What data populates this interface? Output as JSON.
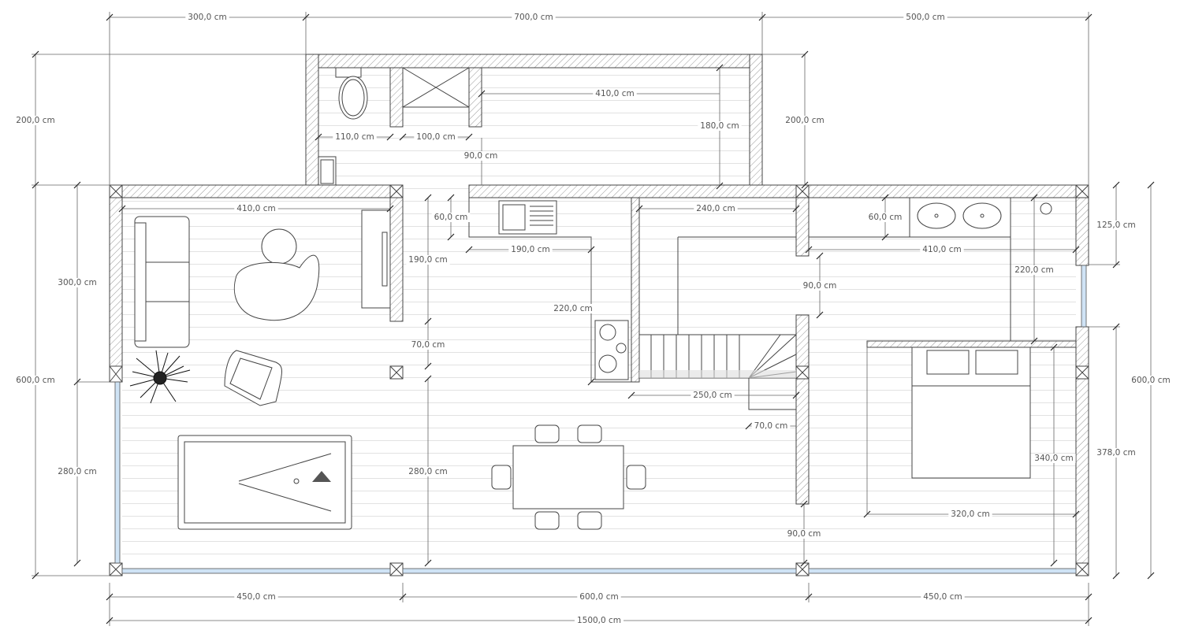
{
  "drawing": {
    "type": "floor-plan",
    "unit": "cm"
  },
  "colors": {
    "wall_hatch": "#888888",
    "window": "#cfe3f5",
    "floor_lines": "#dddddd",
    "dimension_text": "#555555"
  },
  "dimensions": [
    "300,0 cm",
    "700,0 cm",
    "500,0 cm",
    "200,0 cm",
    "200,0 cm",
    "410,0 cm",
    "180,0 cm",
    "110,0 cm",
    "100,0 cm",
    "90,0 cm",
    "410,0 cm",
    "60,0 cm",
    "190,0 cm",
    "190,0 cm",
    "240,0 cm",
    "220,0 cm",
    "70,0 cm",
    "250,0 cm",
    "70,0 cm",
    "280,0 cm",
    "60,0 cm",
    "410,0 cm",
    "90,0 cm",
    "220,0 cm",
    "125,0 cm",
    "300,0 cm",
    "600,0 cm",
    "280,0 cm",
    "340,0 cm",
    "320,0 cm",
    "378,0 cm",
    "600,0 cm",
    "90,0 cm",
    "450,0 cm",
    "600,0 cm",
    "450,0 cm",
    "1500,0 cm"
  ],
  "furniture": [
    "sofa",
    "armchair",
    "lounge-chair",
    "plant",
    "billiard-table",
    "tv-unit",
    "dining-table",
    "chairs",
    "kitchen-sink",
    "cooktop",
    "staircase",
    "toilet",
    "shower",
    "washing-machine",
    "double-sink",
    "double-bed"
  ]
}
